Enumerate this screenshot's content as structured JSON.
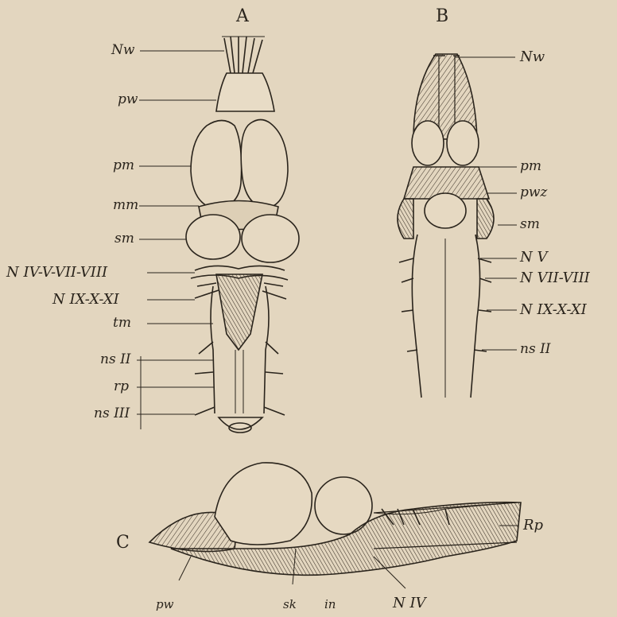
{
  "panels": {
    "a": "A",
    "b": "B",
    "c": "C"
  },
  "labels_a": {
    "nw": "Nw",
    "pw": "pw",
    "pm": "pm",
    "mm": "mm",
    "sm": "sm",
    "n_iv_viii": "N IV-V-VII-VIII",
    "n_ix_xi": "N IX-X-XI",
    "tm": "tm",
    "ns_ii": "ns II",
    "rp": "rp",
    "ns_iii": "ns III"
  },
  "labels_b": {
    "nw": "Nw",
    "pm": "pm",
    "pwz": "pwz",
    "sm": "sm",
    "n_v": "N V",
    "n_vii_viii": "N VII-VIII",
    "n_ix_xi": "N IX-X-XI",
    "ns_ii": "ns II"
  },
  "labels_c": {
    "rp": "Rp",
    "pw": "pw",
    "sk": "sk",
    "in": "in",
    "n_iv": "N IV"
  }
}
